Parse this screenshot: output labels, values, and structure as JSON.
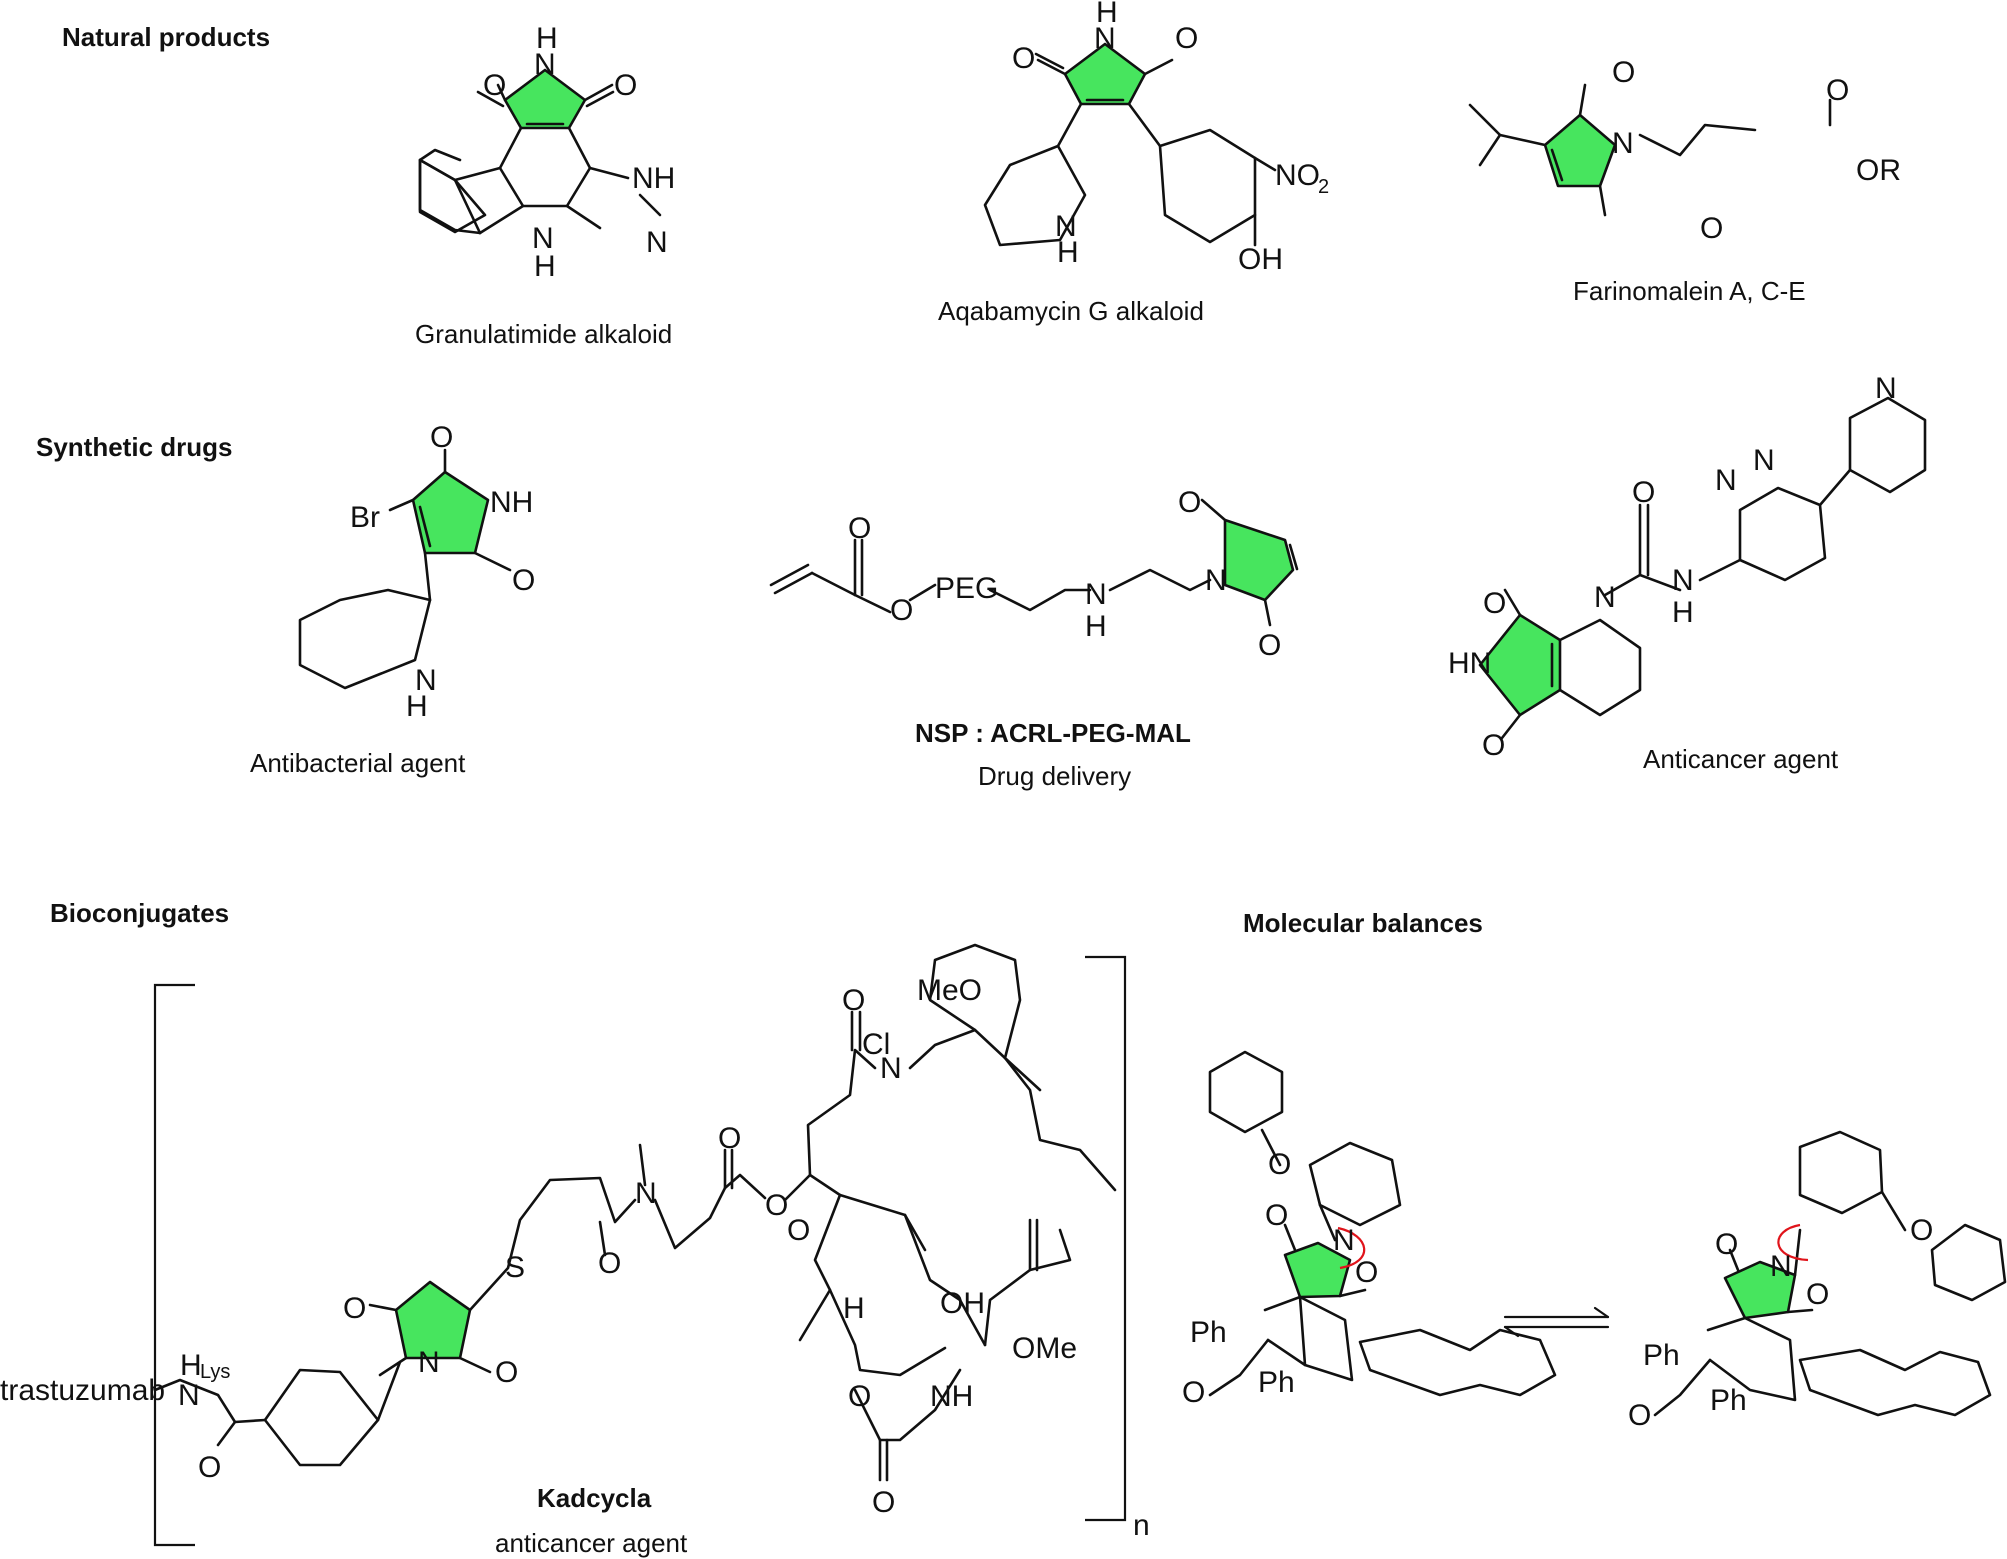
{
  "sections": {
    "natural": "Natural products",
    "synthetic": "Synthetic drugs",
    "bioconj": "Bioconjugates",
    "balances": "Molecular balances"
  },
  "captions": {
    "granulatimide": "Granulatimide alkaloid",
    "aqabamycin": "Aqabamycin G alkaloid",
    "farinomalein": "Farinomalein A, C-E",
    "antibacterial": "Antibacterial agent",
    "nsp_title": "NSP : ACRL-PEG-MAL",
    "nsp_sub": "Drug delivery",
    "anticancer": "Anticancer agent",
    "kadcycla_title": "Kadcycla",
    "kadcycla_sub": "anticancer agent"
  },
  "atoms": {
    "H": "H",
    "N": "N",
    "O": "O",
    "NH": "NH",
    "HN": "HN",
    "NO2": "NO",
    "two": "2",
    "OH": "OH",
    "OR": "OR",
    "Br": "Br",
    "PEG": "PEG",
    "MeO": "MeO",
    "Cl": "Cl",
    "OMe": "OMe",
    "S": "S",
    "Ph": "Ph",
    "trastuzumab": "trastuzumab",
    "Lys": "Lys",
    "n": "n"
  },
  "colors": {
    "maleimide_highlight": "#33e24d",
    "rotation_arrow": "#e0141b"
  }
}
